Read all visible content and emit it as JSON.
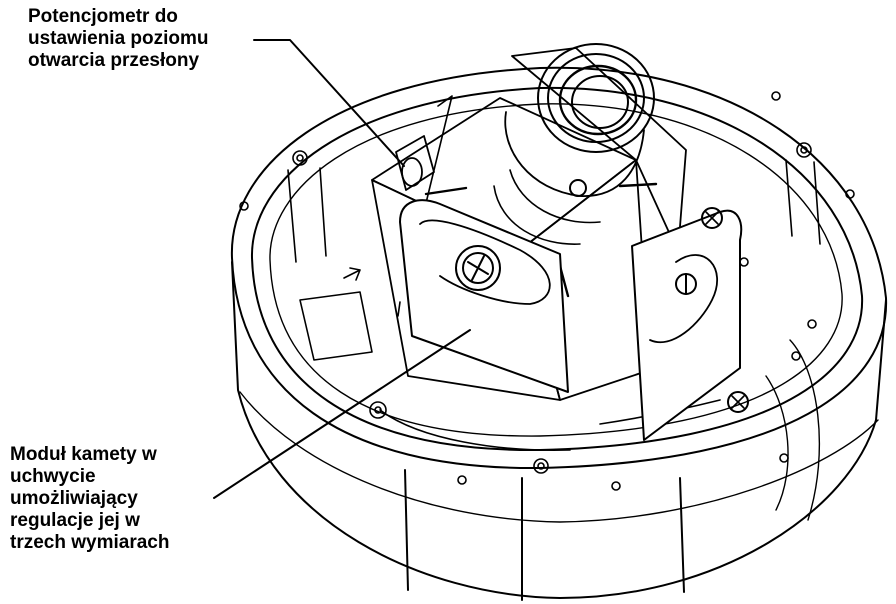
{
  "callouts": {
    "iris_potentiometer": {
      "lines": [
        "Potencjometr do",
        "ustawienia poziomu",
        "otwarcia przesłony"
      ]
    },
    "camera_module": {
      "lines": [
        "Moduł kamety w",
        "uchwycie",
        "umożliwiający",
        "regulacje jej w",
        "trzech wymiarach"
      ]
    }
  },
  "colors": {
    "ink": "#000000",
    "paper": "#ffffff"
  }
}
